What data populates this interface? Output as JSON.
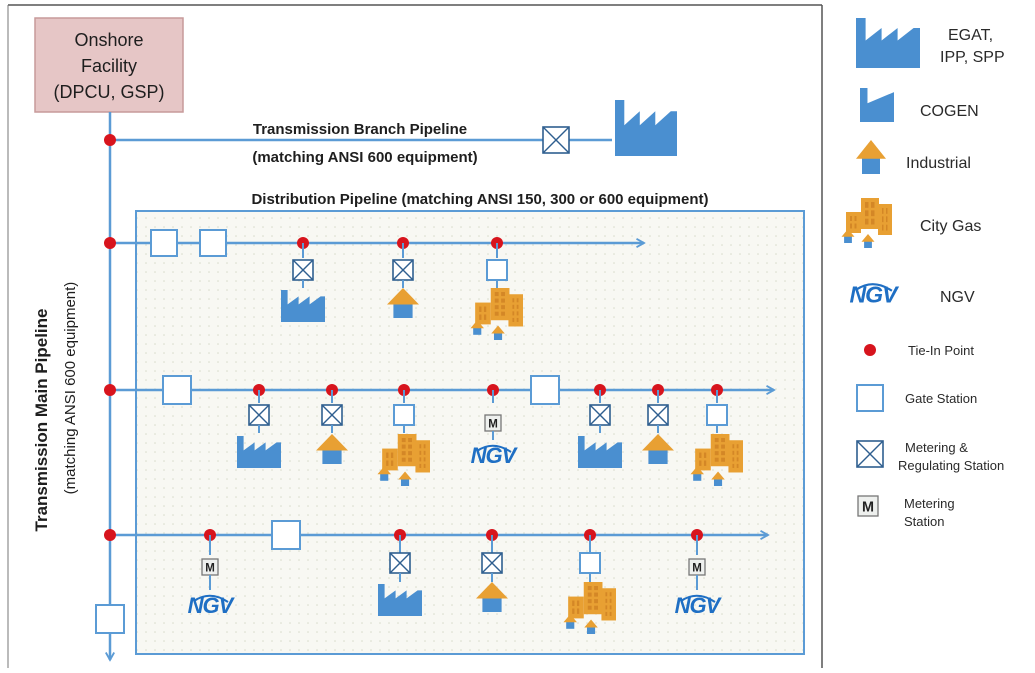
{
  "onshore": {
    "line1": "Onshore",
    "line2": "Facility",
    "line3": "(DPCU, GSP)"
  },
  "transmission_branch": {
    "title": "Transmission Branch Pipeline",
    "subtitle": "(matching ANSI 600 equipment)"
  },
  "distribution": {
    "title": "Distribution Pipeline (matching ANSI 150, 300 or 600 equipment)"
  },
  "transmission_main": {
    "title": "Transmission  Main Pipeline",
    "subtitle": "(matching ANSI 600 equipment)"
  },
  "symbols": {
    "metering_letter": "M",
    "ngv_text": "NGV"
  },
  "legend": {
    "egat": {
      "line1": "EGAT,",
      "line2": "IPP, SPP"
    },
    "cogen": "COGEN",
    "industrial": "Industrial",
    "city_gas": "City Gas",
    "ngv": "NGV",
    "tie_in": "Tie-In Point",
    "gate": "Gate Station",
    "mr": {
      "line1": "Metering &",
      "line2": "Regulating Station"
    },
    "metering": {
      "line1": "Metering",
      "line2": "Station"
    }
  },
  "colors": {
    "pipe": "#5b9bd5",
    "tie_in": "#d7141d",
    "factory": "#4a8fd0",
    "roof": "#e8a033",
    "onshore_fill": "#e6c6c6",
    "onshore_border": "#c79a9a",
    "dist_fill": "#f7f7f1"
  }
}
